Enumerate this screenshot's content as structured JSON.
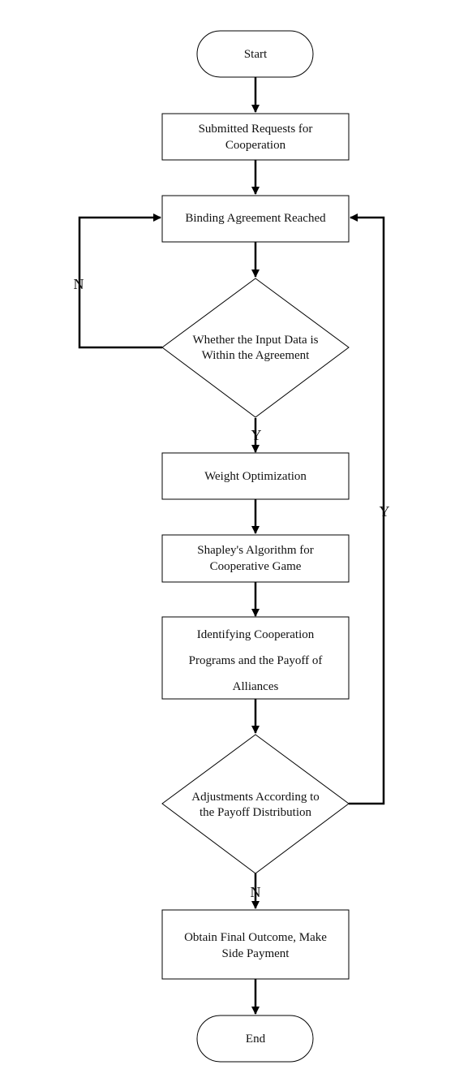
{
  "diagram": {
    "colors": {
      "stroke": "#000000",
      "fill": "#ffffff",
      "text": "#111111"
    },
    "nodes": {
      "start": {
        "shape": "terminal",
        "lines": [
          "Start"
        ]
      },
      "submit": {
        "shape": "process",
        "lines": [
          "Submitted Requests for",
          "Cooperation"
        ]
      },
      "binding": {
        "shape": "process",
        "lines": [
          "Binding Agreement Reached"
        ]
      },
      "whether": {
        "shape": "decision",
        "lines": [
          "Whether the Input Data is",
          "Within the Agreement"
        ]
      },
      "weight": {
        "shape": "process",
        "lines": [
          "Weight Optimization"
        ]
      },
      "shapley": {
        "shape": "process",
        "lines": [
          "Shapley's Algorithm for",
          "Cooperative Game"
        ]
      },
      "identify": {
        "shape": "process",
        "lines": [
          "Identifying Cooperation",
          "Programs and the Payoff of",
          "Alliances"
        ]
      },
      "adjust": {
        "shape": "decision",
        "lines": [
          "Adjustments According to",
          "the Payoff Distribution"
        ]
      },
      "obtain": {
        "shape": "process",
        "lines": [
          "Obtain Final Outcome, Make",
          "Side Payment"
        ]
      },
      "end": {
        "shape": "terminal",
        "lines": [
          "End"
        ]
      }
    },
    "edge_labels": {
      "whether_no": "N",
      "whether_yes": "Y",
      "adjust_yes": "Y",
      "adjust_no": "N"
    }
  }
}
